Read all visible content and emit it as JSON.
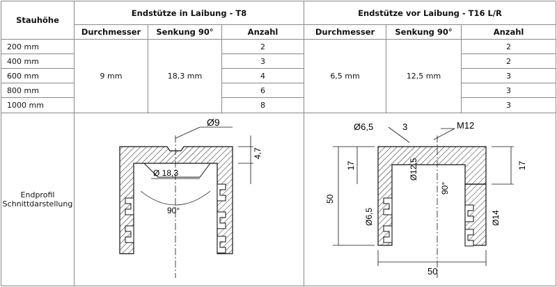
{
  "table": {
    "col_stauhoehe": "Stauhöhe",
    "group_t8": "Endstütze in Laibung - T8",
    "group_t16": "Endstütze vor Laibung - T16 L/R",
    "sub_durchmesser": "Durchmesser",
    "sub_senkung": "Senkung 90°",
    "sub_anzahl": "Anzahl",
    "rows": [
      {
        "stau": "200 mm",
        "anzahl_t8": "2",
        "anzahl_t16": "2"
      },
      {
        "stau": "400 mm",
        "anzahl_t8": "3",
        "anzahl_t16": "2"
      },
      {
        "stau": "600 mm",
        "anzahl_t8": "4",
        "anzahl_t16": "3"
      },
      {
        "stau": "800 mm",
        "anzahl_t8": "6",
        "anzahl_t16": "3"
      },
      {
        "stau": "1000 mm",
        "anzahl_t8": "8",
        "anzahl_t16": "3"
      }
    ],
    "t8_durchmesser": "9 mm",
    "t8_senkung": "18,3 mm",
    "t16_durchmesser": "6,5 mm",
    "t16_senkung": "12,5 mm",
    "endprofil_line1": "Endprofil",
    "endprofil_line2": "Schnittdarstellung"
  },
  "drawing_t8": {
    "dim_phi9": "Ø9",
    "dim_phi183": "Ø 18,3",
    "dim_47": "4,7",
    "dim_90": "90°"
  },
  "drawing_t16": {
    "dim_phi65_top": "Ø6,5",
    "dim_3": "3",
    "dim_m12": "M12",
    "dim_17_left": "17",
    "dim_phi125": "Ø12,5",
    "dim_90": "90°",
    "dim_17_right": "17",
    "dim_50_vert": "50",
    "dim_phi65_side": "Ø6,5",
    "dim_phi14": "Ø14",
    "dim_50_horiz": "50"
  }
}
